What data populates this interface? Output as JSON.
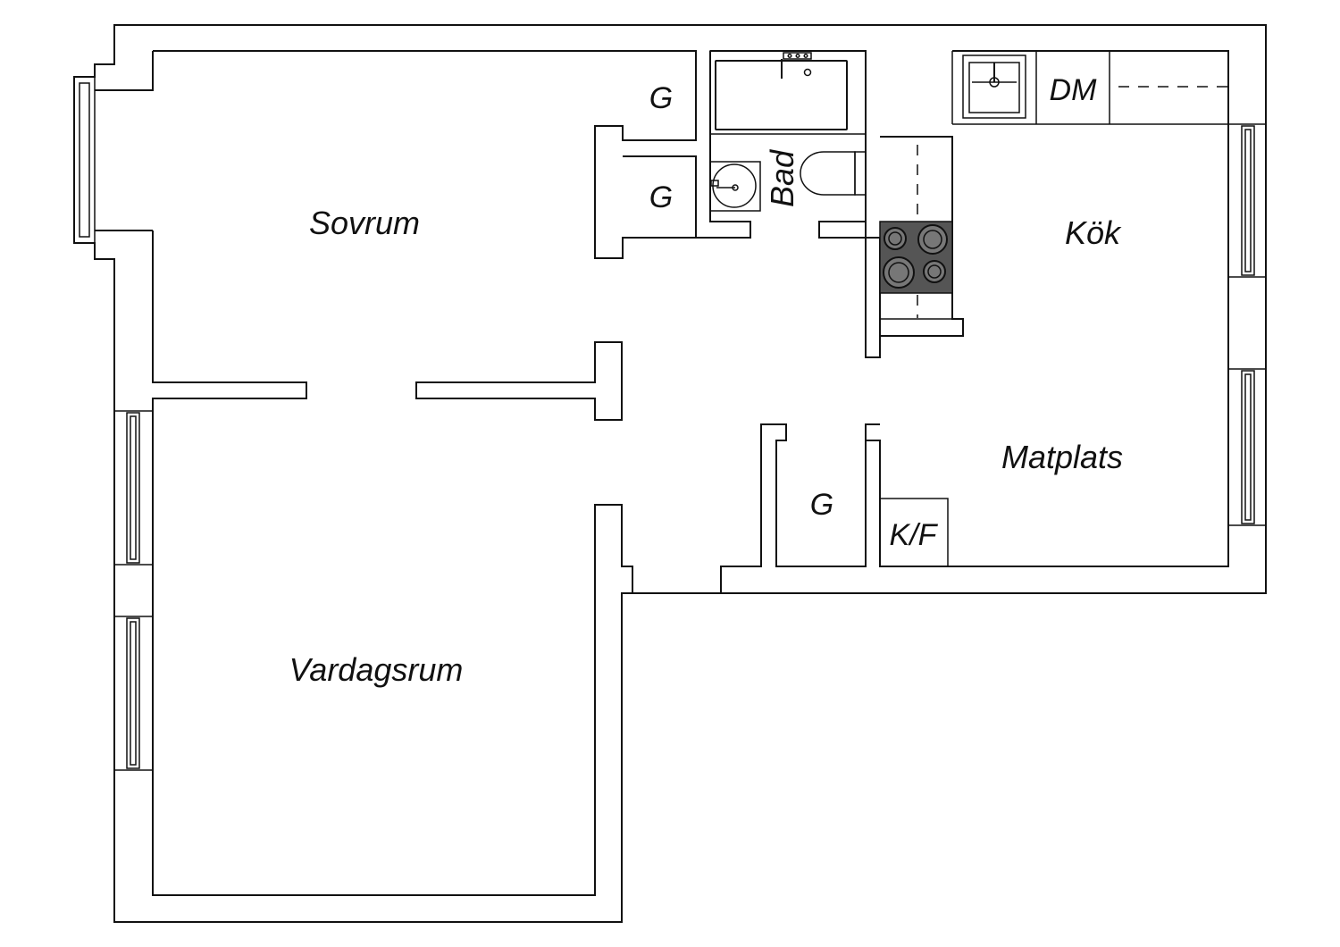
{
  "rooms": {
    "sovrum": "Sovrum",
    "vardagsrum": "Vardagsrum",
    "kok": "Kök",
    "matplats": "Matplats",
    "bad": "Bad"
  },
  "fixtures": {
    "closet_top": "G",
    "closet_middle": "G",
    "closet_hall": "G",
    "dishwasher": "DM",
    "fridge_freezer": "K/F"
  },
  "colors": {
    "line": "#111111",
    "stove": "#555555",
    "background": "#ffffff"
  }
}
